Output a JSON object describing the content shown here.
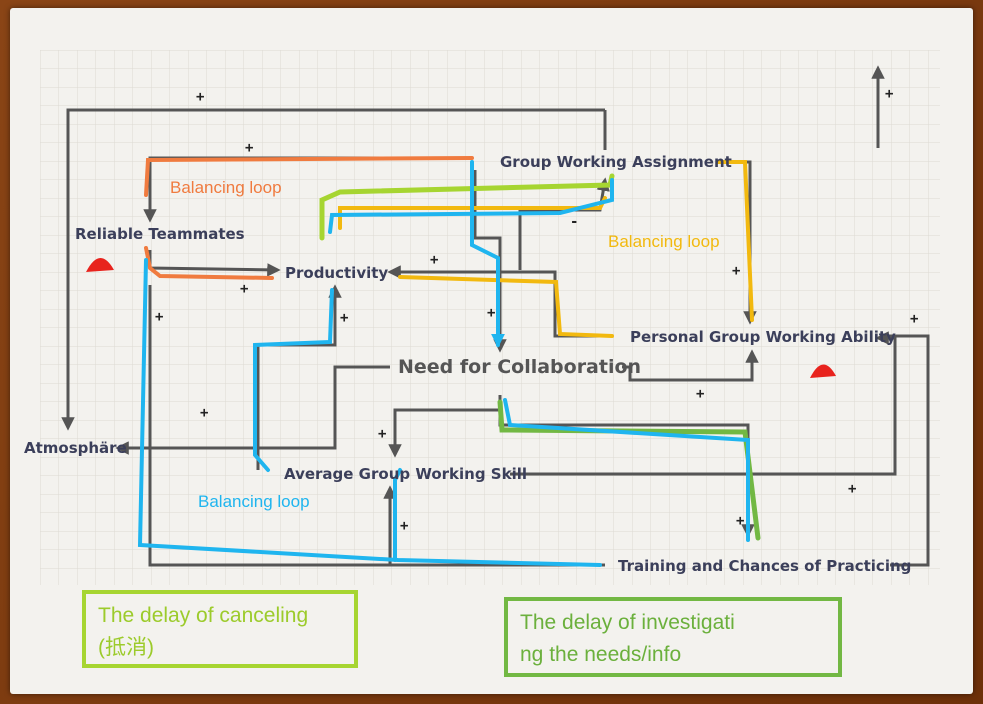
{
  "nodes": {
    "group_working_assignment": "Group Working Assignment",
    "reliable_teammates": "Reliable Teammates",
    "productivity": "Productivity",
    "personal_group_working_ability": "Personal Group Working Ability",
    "need_for_collaboration": "Need for Collaboration",
    "atmosphare": "Atmosphäre",
    "average_group_working_skill": "Average Group Working Skill",
    "training_and_chances": "Training and Chances of Practicing"
  },
  "loops": {
    "orange": "Balancing loop",
    "yellow": "Balancing loop",
    "cyan": "Balancing loop"
  },
  "polarity": {
    "plus": "+",
    "minus": "-"
  },
  "notes": {
    "cancel_line1": "The delay of canceling",
    "cancel_line2": "(抵消)",
    "investigate_line1": "The delay of investigati",
    "investigate_line2": "ng the needs/info"
  },
  "colors": {
    "arrow": "#555555",
    "orange": "#f07b3f",
    "yellow": "#f2b90f",
    "cyan": "#1fb5ef",
    "lime": "#a6d531",
    "green": "#72b843",
    "red": "#e8231d",
    "grid": "#dedcd6"
  }
}
